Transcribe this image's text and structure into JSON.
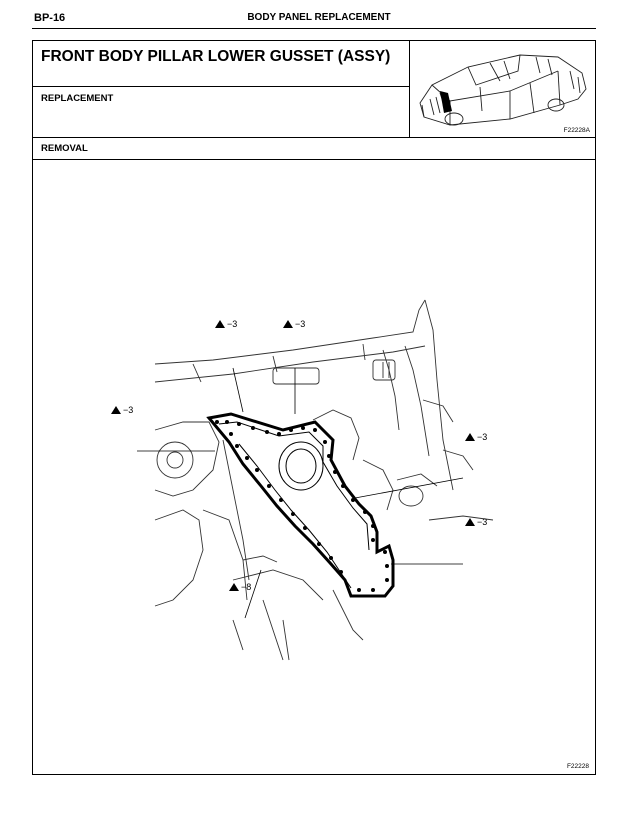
{
  "header": {
    "page_code": "BP-16",
    "section_title": "BODY PANEL REPLACEMENT"
  },
  "component": {
    "title": "FRONT BODY PILLAR LOWER GUSSET (ASSY)",
    "subtitle": "REPLACEMENT",
    "thumbnail_code": "F22228A"
  },
  "procedure": {
    "heading": "REMOVAL",
    "figure_code": "F22228"
  },
  "callouts": [
    {
      "id": "top-left",
      "label": "−3"
    },
    {
      "id": "top-right",
      "label": "−3"
    },
    {
      "id": "left",
      "label": "−3"
    },
    {
      "id": "right-upper",
      "label": "−3"
    },
    {
      "id": "right-lower",
      "label": "−3"
    },
    {
      "id": "bottom",
      "label": "−8"
    }
  ],
  "icons": [
    "spot-weld-icon",
    "car-body-icon"
  ]
}
